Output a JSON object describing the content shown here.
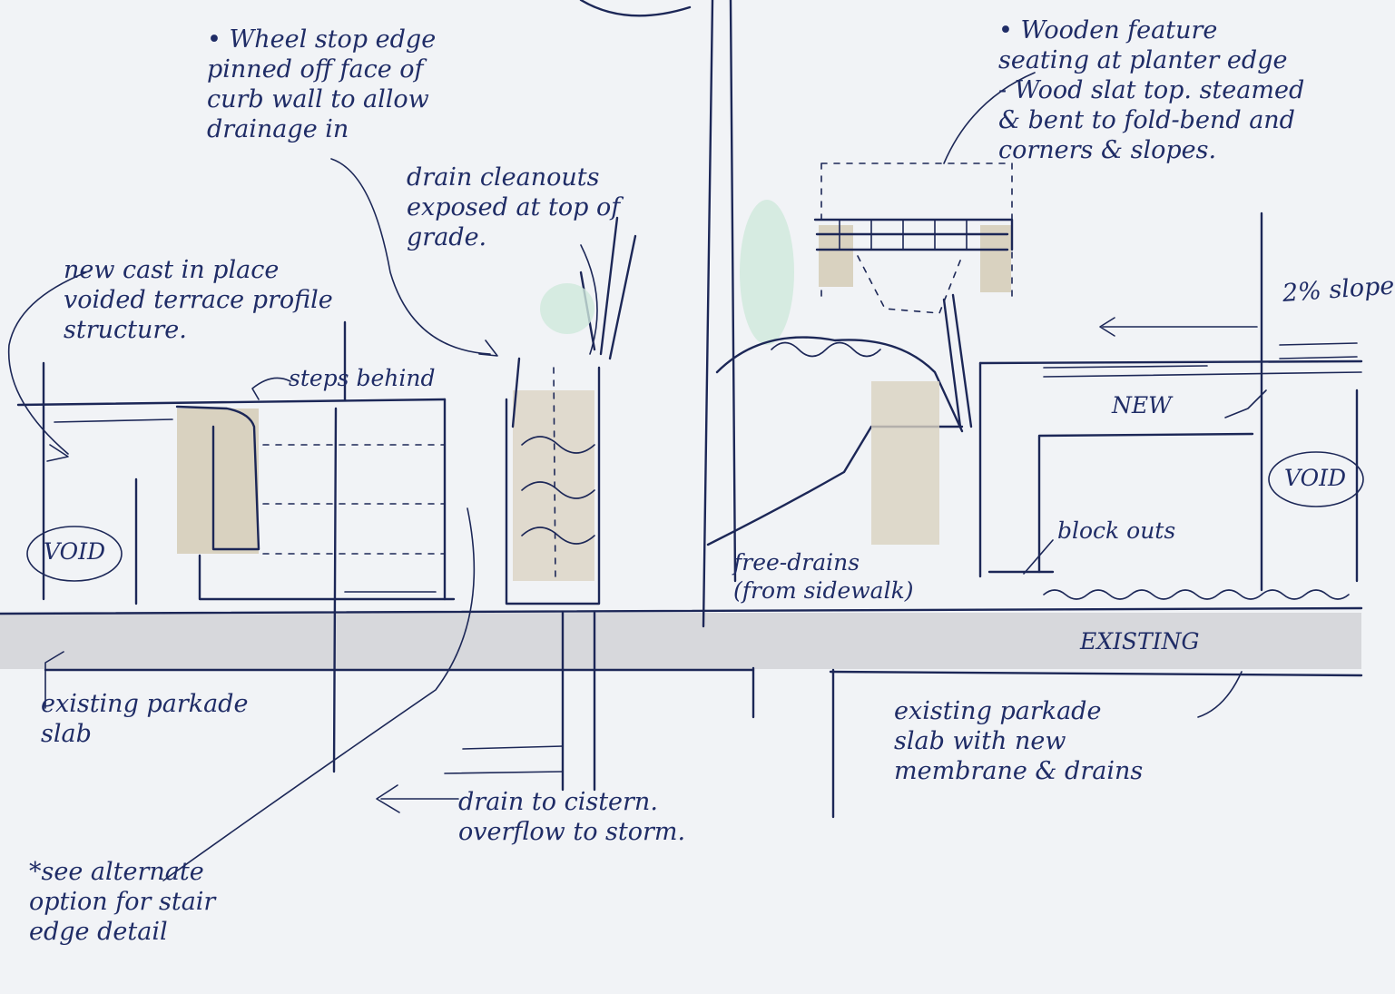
{
  "annotations": {
    "wheel_stop": "• Wheel stop edge\npinned off face of\ncurb wall to allow\ndrainage in",
    "cleanouts": "drain cleanouts\nexposed at top of\ngrade.",
    "wooden_seating": "• Wooden feature\nseating at planter edge\n- Wood slat top. steamed\n& bent to fold-bend and\ncorners & slopes.",
    "slope": "2% slope",
    "terrace": "new cast in place\nvoided terrace profile\nstructure.",
    "steps_behind": "steps behind",
    "void_left": "VOID",
    "void_right": "VOID",
    "new": "NEW",
    "block_outs": "block outs",
    "free_drains": "free-drains\n(from sidewalk)",
    "existing": "EXISTING",
    "existing_slab_left": "existing parkade\nslab",
    "existing_slab_right": "existing parkade\nslab with new\nmembrane & drains",
    "drain_cistern": "drain to cistern.\noverflow to storm.",
    "see_alternate": "*see alternate\noption for stair\nedge detail"
  },
  "colors": {
    "ink": "#1c2757",
    "paper": "#f1f3f6",
    "concrete_tan": "#d9d2c0",
    "slab_grey": "#d7d8dc",
    "planting_green": "#cfe9dc"
  }
}
